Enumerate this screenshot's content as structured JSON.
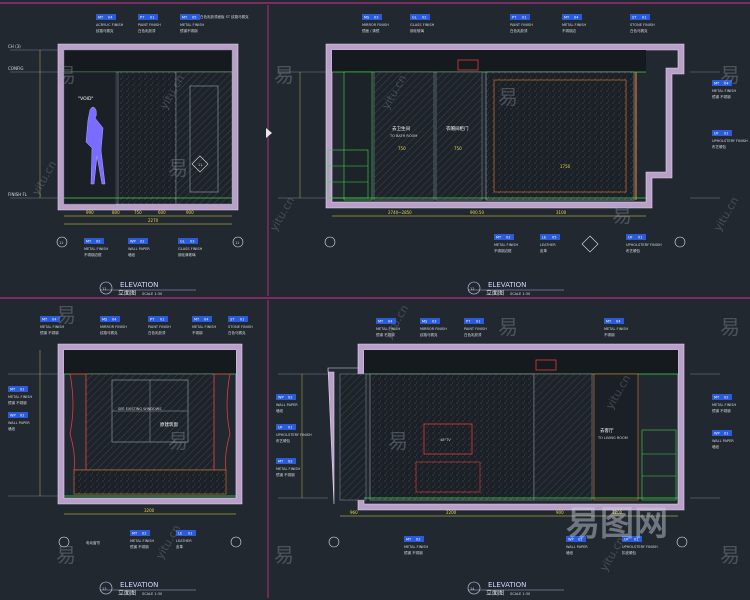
{
  "sheet": {
    "background": "#212830",
    "colors": {
      "wall_fill": "#b9a0c8",
      "wall_edge": "#e6d8f2",
      "panel_fill": "#1a1f24",
      "dim_line": "#e8d84a",
      "accent_green": "#40d84a",
      "accent_red": "#e03a3a",
      "accent_cyan": "#3fd0e0",
      "accent_orange": "#e07a2a",
      "tag_fill": "#2a5bd8",
      "separator": "#b03080"
    }
  },
  "elevation_11": {
    "number": "11",
    "title": "ELEVATION",
    "cn_title": "立面图",
    "scale": "SCALE   1:30",
    "label_void": "\"VOID\"",
    "marker_left": "11",
    "marker_right": "11",
    "marker_mid": "11",
    "dims_bottom": [
      "990",
      "800",
      "750",
      "600",
      "900"
    ],
    "dim_total": "2270",
    "levels": [
      "CH (3)",
      "CONFIG",
      "FINISH FL"
    ],
    "tags_top": [
      {
        "code1": "MT",
        "code2": "04",
        "en": "ACRYLIC FINISH",
        "cn": "纹路马赛克"
      },
      {
        "code1": "PT",
        "code2": "01",
        "en": "PAINT FINISH",
        "cn": "白色乳胶漆"
      },
      {
        "code1": "MT",
        "code2": "05",
        "en": "METAL FINISH",
        "cn": "镜钢不锈钢"
      }
    ],
    "top_note": "白色乳胶漆面板 ST 纹路马赛克",
    "tags_bottom": [
      {
        "code1": "MT",
        "code2": "02",
        "en": "METAL FINISH",
        "cn": "不锈钢边框"
      },
      {
        "code1": "WP",
        "code2": "02",
        "en": "WALL PAPER",
        "cn": "墙纸"
      },
      {
        "code1": "GL",
        "code2": "03",
        "en": "GLASS FINISH",
        "cn": "钢化清玻璃"
      }
    ]
  },
  "elevation_12": {
    "number": "12",
    "title": "ELEVATION",
    "cn_title": "立面图",
    "scale": "SCALE   1:30",
    "note_left": "去卫生间",
    "note_left_en": "TO BATH ROOM",
    "note_mid": "衣帽间柜门",
    "dims_inner": [
      "750",
      "750"
    ],
    "dims_bottom": [
      "2740~2850",
      "900.50",
      "3100",
      "1750"
    ],
    "tags_top": [
      {
        "code1": "MS",
        "code2": "03",
        "en": "MIRROR FINISH",
        "cn": "镜面 / 清镜"
      },
      {
        "code1": "GL",
        "code2": "02",
        "en": "GLASS FINISH",
        "cn": "钢化玻璃"
      },
      {
        "code1": "PT",
        "code2": "01",
        "en": "PAINT FINISH",
        "cn": "白色乳胶漆"
      },
      {
        "code1": "MT",
        "code2": "04",
        "en": "METAL FINISH",
        "cn": "不锈钢边"
      },
      {
        "code1": "ST",
        "code2": "01",
        "en": "STONE FINISH",
        "cn": "白色马赛克"
      }
    ],
    "side_tags": [
      {
        "code1": "MT",
        "code2": "04",
        "en": "METAL FINISH",
        "cn": "镜钢 不锈钢"
      },
      {
        "code1": "UF",
        "code2": "01",
        "en": "UPHOLSTERY FINISH",
        "cn": "布艺硬包"
      }
    ],
    "tags_bottom": [
      {
        "code1": "MT",
        "code2": "02",
        "en": "METAL FINISH",
        "cn": "不锈钢边框"
      },
      {
        "code1": "LE",
        "code2": "05",
        "en": "LEATHER",
        "cn": "皮革"
      },
      {
        "code1": "UF",
        "code2": "01",
        "en": "UPHOLSTERY FINISH",
        "cn": "布艺硬包"
      }
    ]
  },
  "elevation_13": {
    "number": "13",
    "title": "ELEVATION",
    "cn_title": "立面图",
    "scale": "SCALE   1:30",
    "window_note": "SEE EXISTING WINDOWS",
    "window_note_cn": "原建筑窗",
    "dims_bottom": [
      "3200"
    ],
    "left_tags": [
      {
        "code1": "MT",
        "code2": "01",
        "en": "METAL FINISH",
        "cn": "镜钢 不锈钢"
      },
      {
        "code1": "WP",
        "code2": "02",
        "en": "WALL PAPER",
        "cn": "墙纸"
      }
    ],
    "tags_top": [
      {
        "code1": "MT",
        "code2": "04",
        "en": "METAL FINISH",
        "cn": "镜钢 不锈钢"
      },
      {
        "code1": "MS",
        "code2": "04",
        "en": "MIRROR FINISH",
        "cn": "纹路马赛克"
      },
      {
        "code1": "PT",
        "code2": "01",
        "en": "PAINT FINISH",
        "cn": "白色乳胶漆"
      },
      {
        "code1": "MT",
        "code2": "04",
        "en": "METAL FINISH",
        "cn": "不锈钢"
      },
      {
        "code1": "ST",
        "code2": "01",
        "en": "STONE FINISH",
        "cn": "白色马赛克"
      }
    ],
    "tags_bottom": [
      {
        "code1": "",
        "code2": "",
        "en": "",
        "cn": "电动窗帘"
      },
      {
        "code1": "MT",
        "code2": "02",
        "en": "METAL FINISH",
        "cn": "镜钢 不锈钢"
      },
      {
        "code1": "LE",
        "code2": "01",
        "en": "LEATHER",
        "cn": "皮革"
      }
    ]
  },
  "elevation_14": {
    "number": "14",
    "title": "ELEVATION",
    "cn_title": "立面图",
    "scale": "SCALE   1:30",
    "tv_label": "48\"TV",
    "to_living_cn": "去客厅",
    "to_living_en": "TO LIVING ROOM",
    "dims_bottom": [
      "960",
      "2200",
      "900",
      "1200"
    ],
    "tags_top": [
      {
        "code1": "MT",
        "code2": "04",
        "en": "METAL FINISH",
        "cn": "镜钢 不锈钢"
      },
      {
        "code1": "MS",
        "code2": "03",
        "en": "MIRROR FINISH",
        "cn": "纹路马赛克"
      },
      {
        "code1": "PT",
        "code2": "01",
        "en": "PAINT FINISH",
        "cn": "白色乳胶漆"
      },
      {
        "code1": "MT",
        "code2": "04",
        "en": "METAL FINISH",
        "cn": "不锈钢"
      }
    ],
    "left_tags": [
      {
        "code1": "WP",
        "code2": "02",
        "en": "WALL PAPER",
        "cn": "墙纸"
      },
      {
        "code1": "UF",
        "code2": "01",
        "en": "UPHOLSTERY FINISH",
        "cn": "布艺硬包"
      },
      {
        "code1": "MT",
        "code2": "02",
        "en": "METAL FINISH",
        "cn": "镜钢 不锈钢"
      }
    ],
    "right_tags": [
      {
        "code1": "MT",
        "code2": "02",
        "en": "METAL FINISH",
        "cn": "镜钢 不锈钢"
      },
      {
        "code1": "WP",
        "code2": "01",
        "en": "WALL PAPER",
        "cn": "墙纸"
      }
    ],
    "tags_bottom": [
      {
        "code1": "MT",
        "code2": "02",
        "en": "METAL FINISH",
        "cn": "镜钢 不锈钢"
      },
      {
        "code1": "WP",
        "code2": "02",
        "en": "WALL PAPER",
        "cn": "墙纸"
      },
      {
        "code1": "UF",
        "code2": "01",
        "en": "UPHOLSTERY FINISH",
        "cn": "扣皮硬包"
      }
    ]
  },
  "watermarks": {
    "char": "易",
    "url": "yitu.cn",
    "brand": "易图网"
  }
}
